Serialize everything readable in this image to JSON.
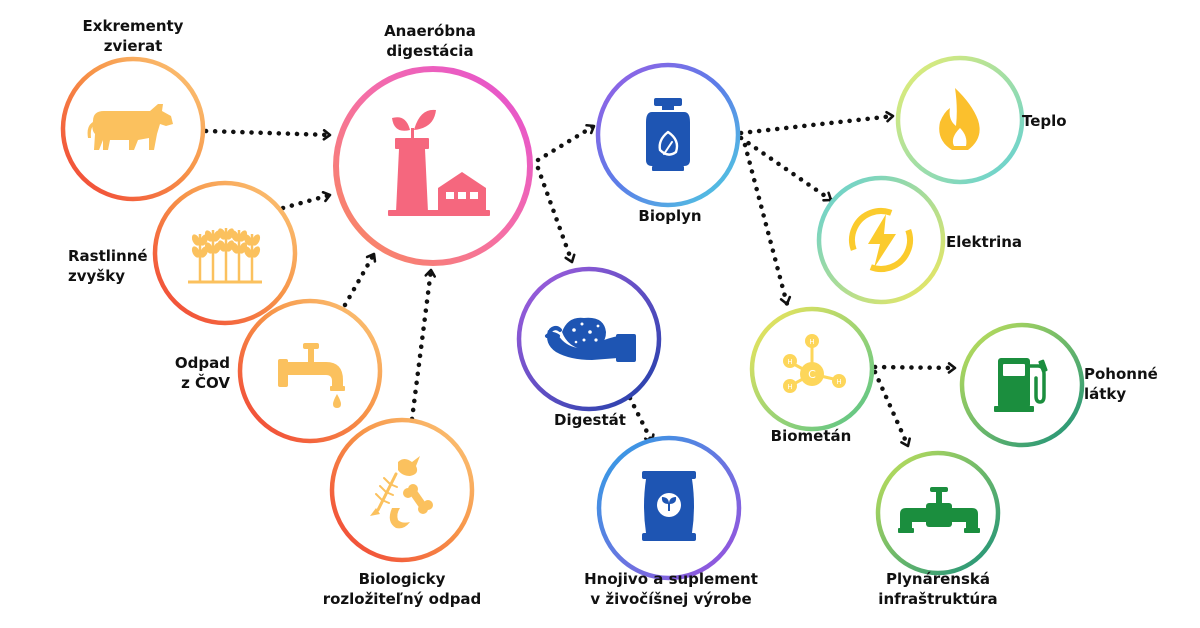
{
  "labels": {
    "exkrementy": [
      "Exkrementy",
      "zvierat"
    ],
    "rastlinne": [
      "Rastlinné",
      "zvyšky"
    ],
    "odpad_cov": [
      "Odpad",
      "z ČOV"
    ],
    "bio_odpad": [
      "Biologicky",
      "rozložiteľný odpad"
    ],
    "anaerobna": [
      "Anaeróbna",
      "digestácia"
    ],
    "bioplyn": [
      "Bioplyn"
    ],
    "digestat": [
      "Digestát"
    ],
    "hnojivo": [
      "Hnojivo a suplement",
      "v živočíšnej výrobe"
    ],
    "teplo": [
      "Teplo"
    ],
    "elektrina": [
      "Elektrina"
    ],
    "biometan": [
      "Biometán"
    ],
    "pohonne": [
      "Pohonné",
      "látky"
    ],
    "plynarenska": [
      "Plynárenská",
      "infraštruktúra"
    ]
  },
  "molecule_letters": {
    "center": "C",
    "hydrogen": "H"
  },
  "colors": {
    "feedstock_icon": "#FBC15E",
    "digestion_icon": "#F5677E",
    "product_blue": "#1E55B3",
    "teplo_icon": "#FBC02D",
    "elektrina_icon": "#FBCB2D",
    "molecule_icon": "#FDD65A",
    "green_icon": "#1B8E3E",
    "arrow": "#111111"
  }
}
